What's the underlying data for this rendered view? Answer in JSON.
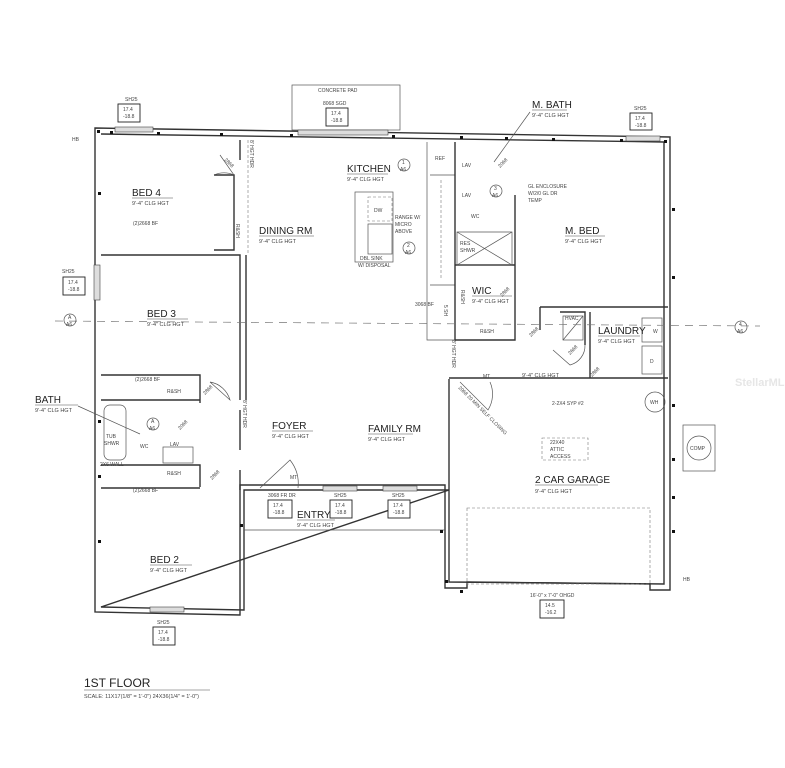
{
  "plan": {
    "title": "1ST FLOOR",
    "scale": "SCALE: 11X17(1/8\" = 1'-0\") 24X36(1/4\" = 1'-0\")",
    "watermark": "StellarMLS"
  },
  "rooms": {
    "kitchen": {
      "name": "KITCHEN",
      "ceiling": "9'-4\" CLG HGT"
    },
    "dining": {
      "name": "DINING RM",
      "ceiling": "9'-4\" CLG HGT"
    },
    "bed4": {
      "name": "BED 4",
      "ceiling": "9'-4\" CLG HGT"
    },
    "bed3": {
      "name": "BED 3",
      "ceiling": "9'-4\" CLG HGT"
    },
    "mbath": {
      "name": "M. BATH",
      "ceiling": "9'-4\" CLG HGT"
    },
    "mbed": {
      "name": "M. BED",
      "ceiling": "9'-4\" CLG HGT"
    },
    "wic": {
      "name": "WIC",
      "ceiling": "9'-4\" CLG HGT"
    },
    "laundry": {
      "name": "LAUNDRY",
      "ceiling": "9'-4\" CLG HGT"
    },
    "bath": {
      "name": "BATH",
      "ceiling": "9'-4\" CLG HGT"
    },
    "foyer": {
      "name": "FOYER",
      "ceiling": "9'-4\" CLG HGT"
    },
    "family": {
      "name": "FAMILY RM",
      "ceiling": "9'-4\" CLG HGT"
    },
    "entry": {
      "name": "ENTRY",
      "ceiling": "9'-4\" CLG HGT"
    },
    "bed2": {
      "name": "BED 2",
      "ceiling": "9'-4\" CLG HGT"
    },
    "garage": {
      "name": "2 CAR GARAGE",
      "ceiling": "9'-4\" CLG HGT"
    },
    "hall": {
      "ceiling": "9'-4\" CLG HGT"
    }
  },
  "openings": {
    "concrete_pad": "CONCRETE PAD",
    "slider": "8068 SGD",
    "window": "SH25",
    "front_door": "3068 FR DR",
    "garage_door": "16'-0\" x 7'-0\" OHGD",
    "door_2868": "2868",
    "door_2668": "2668",
    "door_2068": "2068",
    "bifold_2": "(2)2668 BF",
    "bifold_3068": "3068 BF",
    "fire_door": "2068 20 MIN SELF CLOSING",
    "mt": "MT",
    "hb": "HB"
  },
  "values": {
    "std_top": "17.4",
    "std_bot": "-18.8",
    "garage_top": "14.5",
    "garage_bot": "-16.2"
  },
  "fixtures": {
    "ref": "REF",
    "dw": "DW",
    "range": [
      "RANGE W/",
      "MICRO",
      "ABOVE"
    ],
    "sink": [
      "DBL SINK",
      "W/ DISPOSAL"
    ],
    "lav": "LAV",
    "wc": "WC",
    "res_shwr": [
      "RES",
      "SHWR"
    ],
    "gl_enclosure": [
      "GL ENCLOSURE",
      "W/2/0 GL DR",
      "TEMP"
    ],
    "rsh": "R&SH",
    "sh": "5 SH",
    "hvac": "HVAC",
    "washer": "W",
    "dryer": "D",
    "wh": "WH",
    "comp": "COMP",
    "tub": [
      "TUB",
      "SHWR"
    ],
    "wall_2x6": "2X6 WALL",
    "attic": [
      "22X40",
      "ATTIC",
      "ACCESS"
    ],
    "beam": "2-2X4 SYP #2",
    "header": "8' HGT HDR"
  },
  "section_markers": [
    {
      "num": "1",
      "sheet": "A6"
    },
    {
      "num": "2",
      "sheet": "A6"
    },
    {
      "num": "3",
      "sheet": "A6"
    },
    {
      "num": "4",
      "sheet": "A6"
    },
    {
      "num": "A",
      "sheet": "A6"
    }
  ]
}
